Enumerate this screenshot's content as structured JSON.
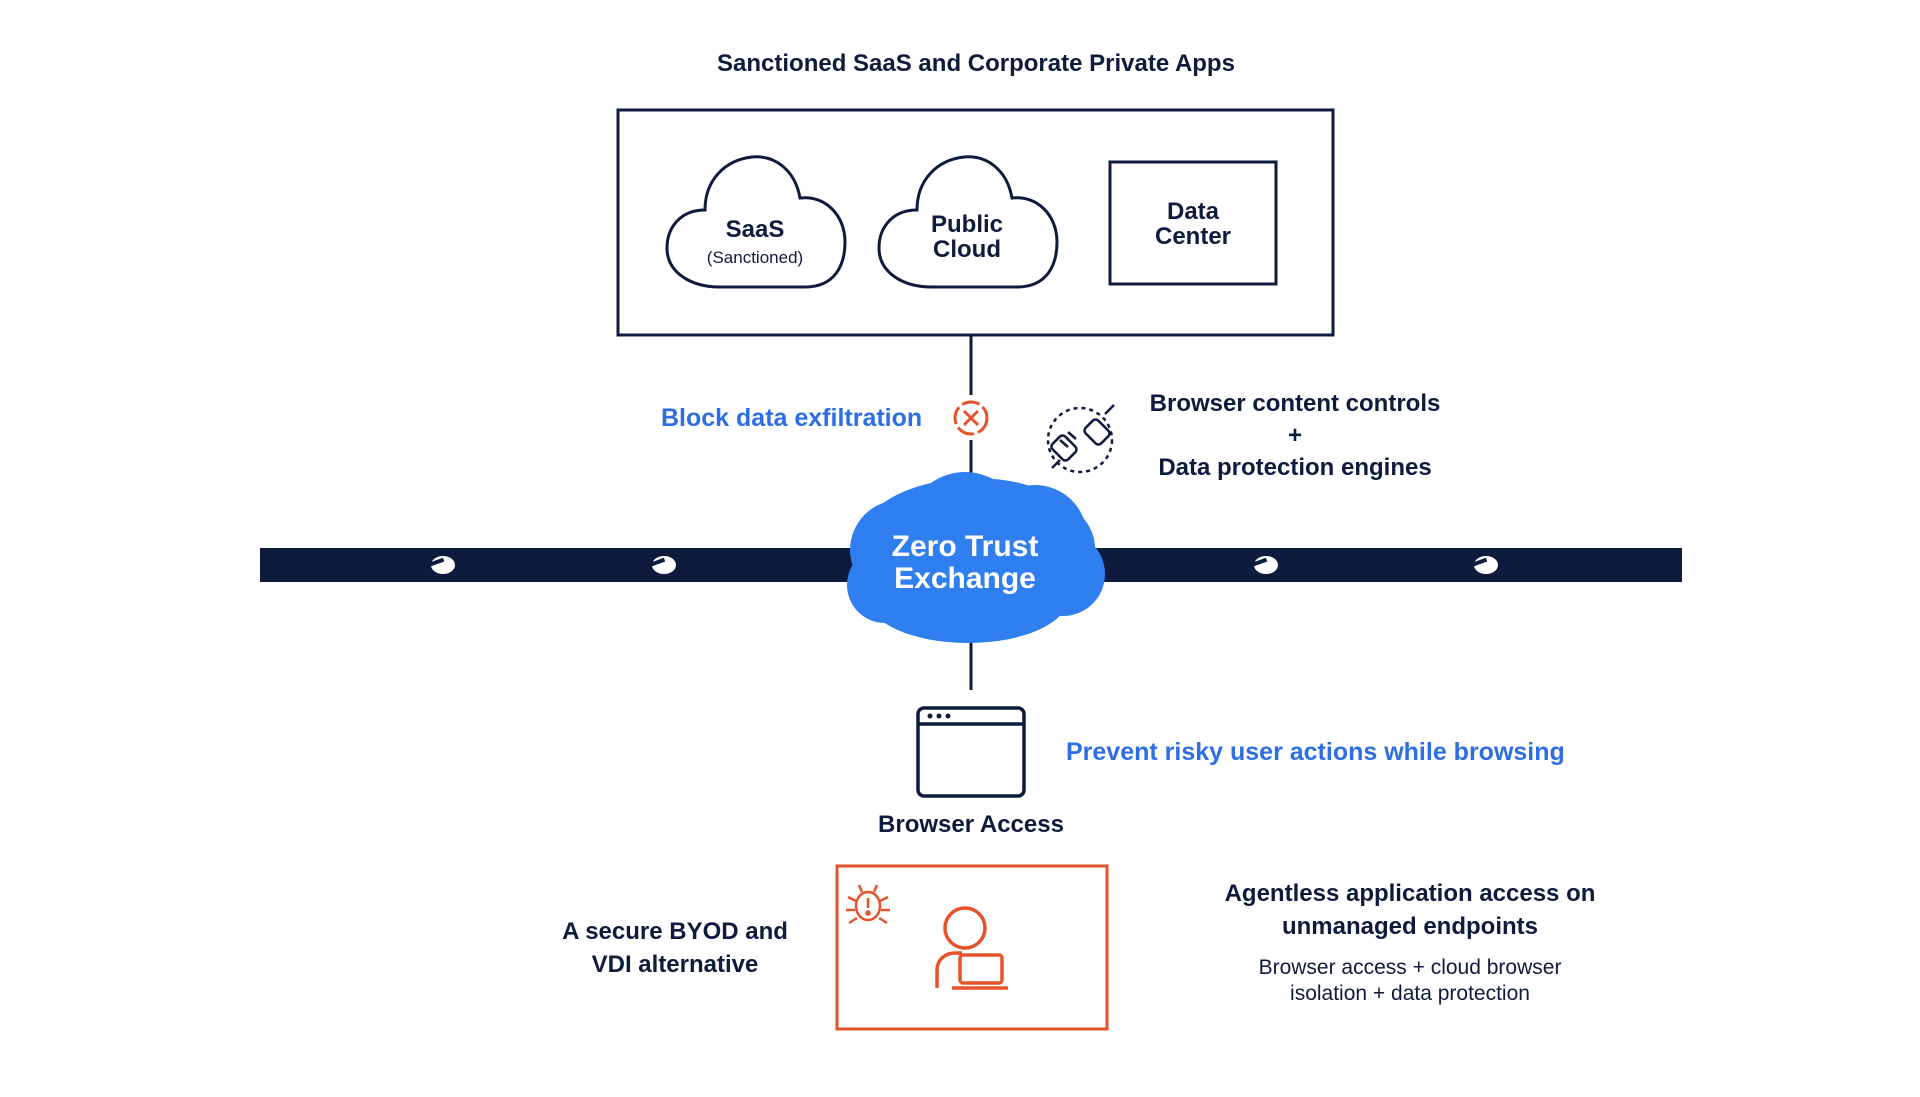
{
  "top_title": "Sanctioned SaaS and Corporate Private Apps",
  "apps": {
    "saas": {
      "label": "SaaS",
      "sublabel": "(Sanctioned)"
    },
    "public_cloud": {
      "line1": "Public",
      "line2": "Cloud"
    },
    "data_center": {
      "line1": "Data",
      "line2": "Center"
    }
  },
  "block_label": "Block data exfiltration",
  "controls": {
    "line1": "Browser content controls",
    "plus": "+",
    "line2": "Data protection engines"
  },
  "zte": {
    "line1": "Zero Trust",
    "line2": "Exchange"
  },
  "browser": {
    "label": "Browser Access",
    "prevent_text": "Prevent risky user actions while browsing"
  },
  "byod": {
    "line1": "A secure BYOD and",
    "line2": "VDI alternative"
  },
  "agentless": {
    "title1": "Agentless application access on",
    "title2": "unmanaged endpoints",
    "sub1": "Browser access + cloud browser",
    "sub2": "isolation + data protection"
  },
  "icons": [
    "cloud-icon",
    "block-x-icon",
    "unplug-icon",
    "zscaler-logo-icon",
    "browser-window-icon",
    "bug-icon",
    "user-laptop-icon"
  ],
  "colors": {
    "navy": "#0f1b3d",
    "blue": "#2d6ee6",
    "zte_blue": "#2f7ff0",
    "orange": "#e5532a"
  }
}
